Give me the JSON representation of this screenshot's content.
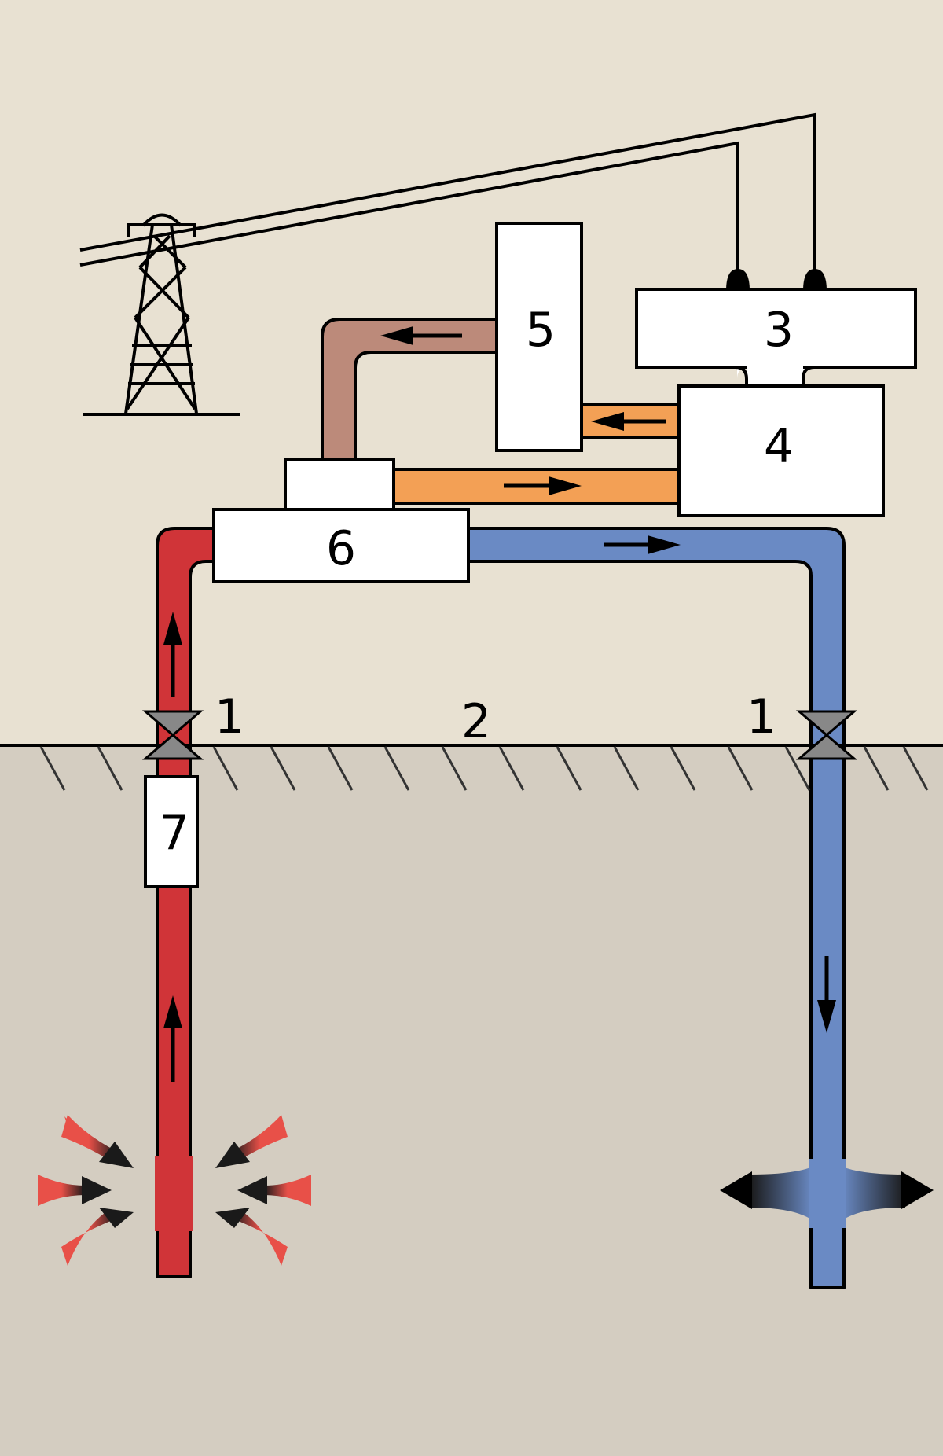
{
  "labels": {
    "well_left": "1",
    "ground": "2",
    "generator": "3",
    "turbine": "4",
    "condenser": "5",
    "separator": "6",
    "pump": "7",
    "well_right": "1"
  },
  "colors": {
    "sky": "#e8e1d2",
    "ground": "#d4cdc1",
    "hot_pipe": "#d03438",
    "cold_pipe": "#6a8ac4",
    "steam_pipe": "#f3a055",
    "condensate_pipe": "#bc8a7a",
    "valve": "#888888",
    "inflow_arrow": "#e85048"
  },
  "icons": [
    "power-tower-icon",
    "valve-icon",
    "flow-arrow-icon"
  ]
}
